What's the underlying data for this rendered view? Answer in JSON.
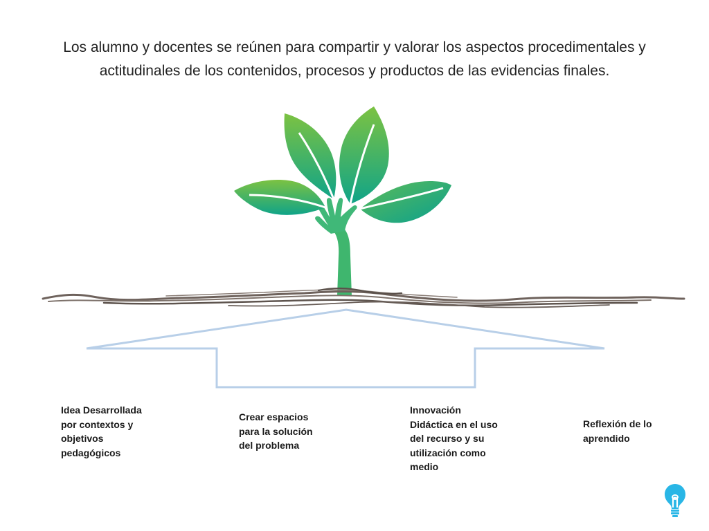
{
  "title": "Los alumno y docentes se reúnen para compartir y valorar los aspectos procedimentales y actitudinales de los contenidos, procesos y productos de las evidencias finales.",
  "labels": [
    "Idea Desarrollada por contextos y objetivos pedagógicos",
    "Crear espacios para la solución del problema",
    "Innovación Didáctica en el uso del recurso y su utilización como medio",
    "Reflexión de lo aprendido"
  ],
  "colors": {
    "leaf_light": "#7cc242",
    "leaf_dark": "#0fa68a",
    "soil": "#6e625c",
    "arrow_outline": "#b8cfe8",
    "bulb": "#29b6e6"
  },
  "icons": [
    "tree-hand-icon",
    "lightbulb-icon"
  ]
}
